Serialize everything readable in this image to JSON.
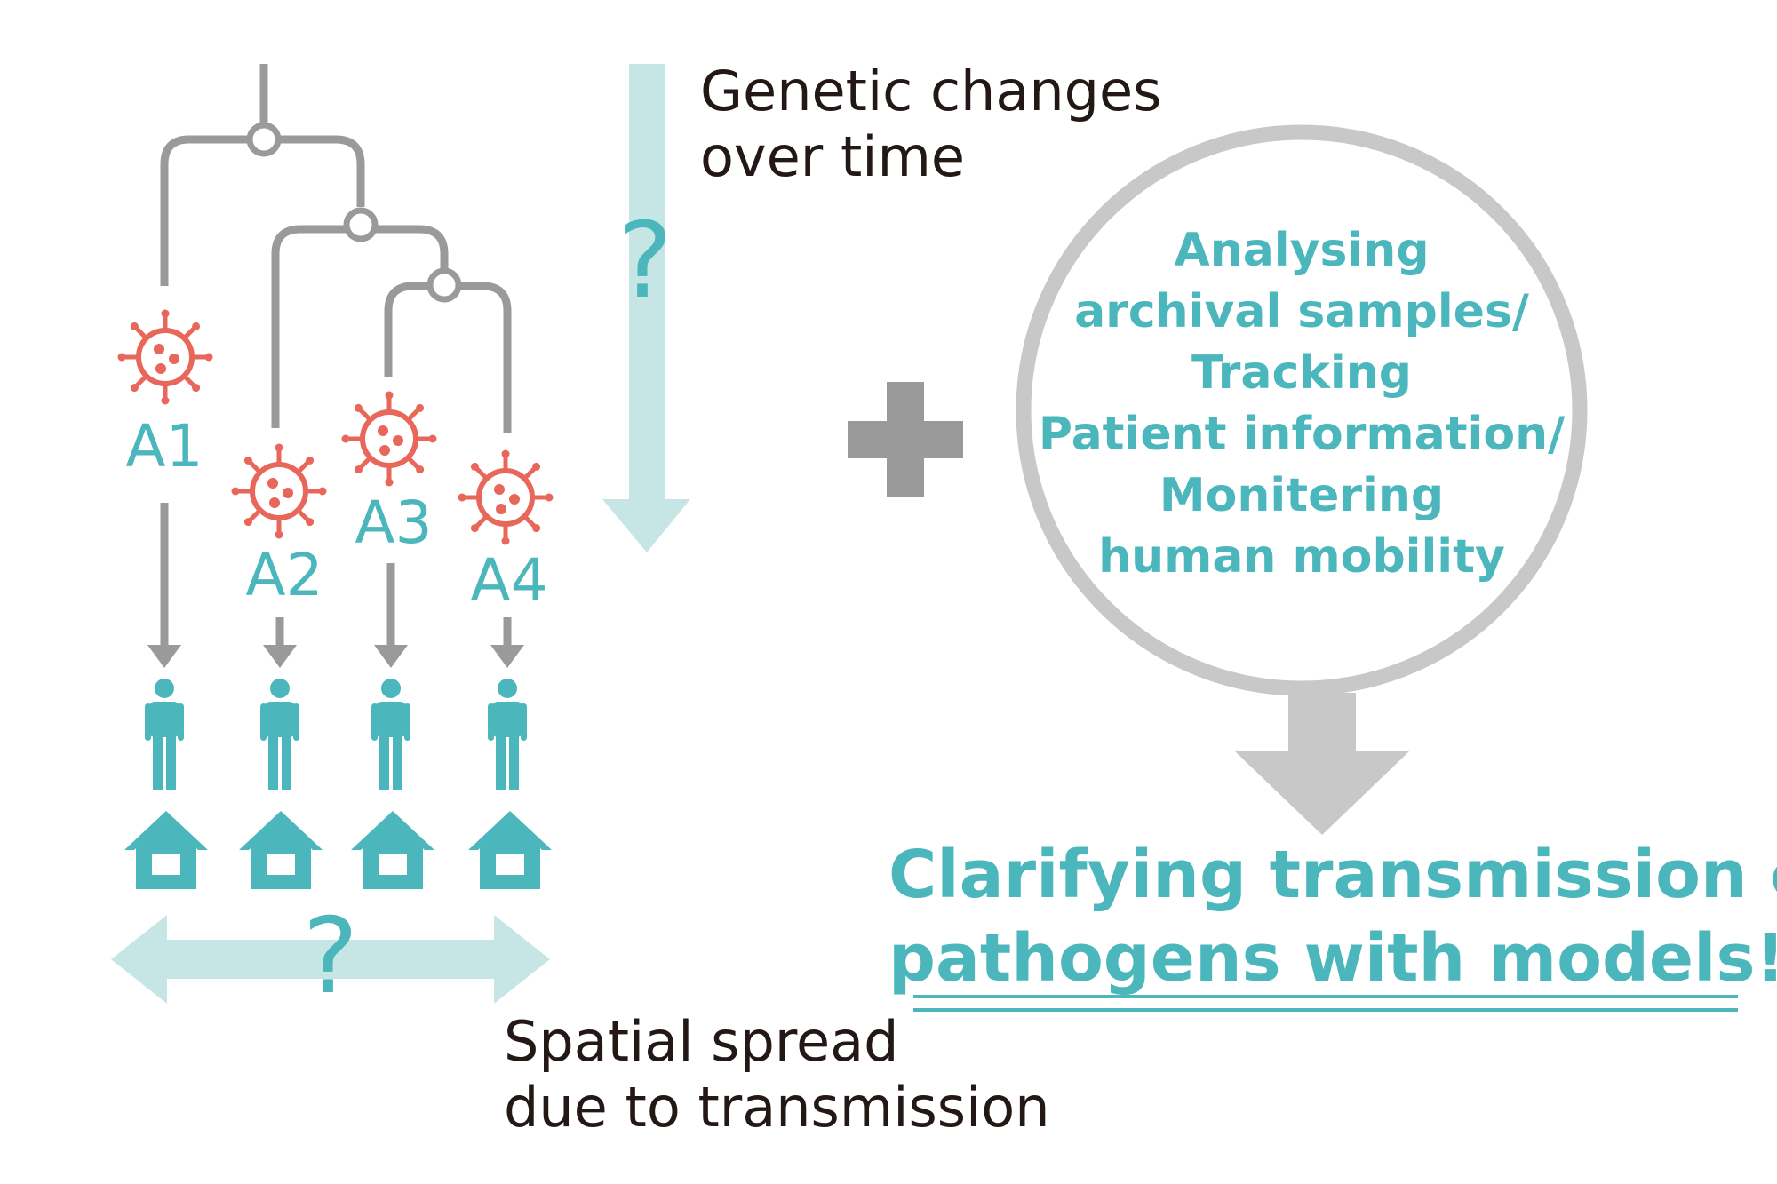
{
  "strains": [
    {
      "label": "A1"
    },
    {
      "label": "A2"
    },
    {
      "label": "A3"
    },
    {
      "label": "A4"
    }
  ],
  "question_mark": "?",
  "genetic_changes": {
    "line1": "Genetic changes",
    "line2": "over time"
  },
  "spatial_spread": {
    "line1": "Spatial spread",
    "line2": "due to transmission"
  },
  "circle_text": {
    "lines": [
      "Analysing",
      "archival samples/",
      "Tracking",
      "Patient information/",
      "Monitering",
      "human mobility"
    ]
  },
  "conclusion": {
    "line1": "Clarifying transmission of",
    "line2": "pathogens with models!"
  },
  "colors": {
    "teal": "#4bb7bc",
    "light_teal": "#c6e6e6",
    "gray": "#9a9a9a",
    "light_gray": "#c8c8c8",
    "virus_red": "#e8665a",
    "dark_text": "#231815"
  },
  "icons": {
    "virus": "virus-icon",
    "person": "person-icon",
    "house": "house-icon",
    "plus": "plus-icon"
  }
}
